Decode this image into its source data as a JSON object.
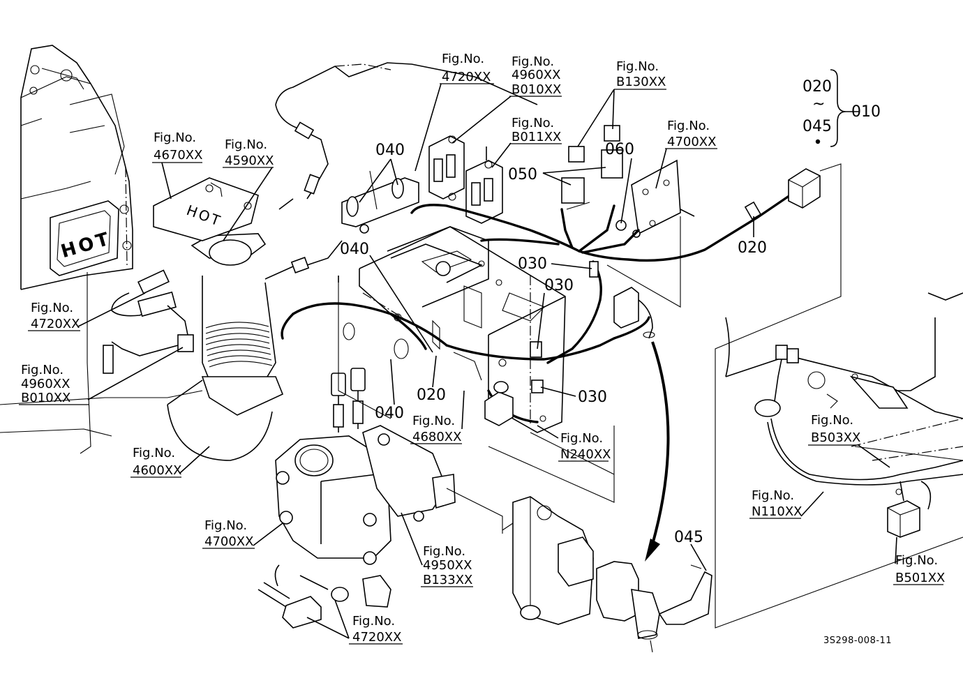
{
  "drawing_number": "3S298-008-11",
  "figure_refs": {
    "fig_label": "Fig.No.",
    "r4720_top": "4720XX",
    "r4960_top": "4960XX",
    "rB010_top": "B010XX",
    "rB011": "B011XX",
    "rB130": "B130XX",
    "r4700_right": "4700XX",
    "r4670": "4670XX",
    "r4590": "4590XX",
    "r4720_left": "4720XX",
    "r4960_left": "4960XX",
    "rB010_left": "B010XX",
    "r4600": "4600XX",
    "r4680": "4680XX",
    "rN240": "N240XX",
    "r4700_bottom": "4700XX",
    "r4950": "4950XX",
    "rB133": "B133XX",
    "r4720_bottom": "4720XX",
    "rB503": "B503XX",
    "rN110": "N110XX",
    "rB501": "B501XX"
  },
  "part_numbers": {
    "p010": "010",
    "p020_range_top": "020",
    "range_tilde": "~",
    "p045_range_bottom": "045",
    "p040_a": "040",
    "p040_b": "040",
    "p040_c": "040",
    "p050": "050",
    "p060": "060",
    "p020_a": "020",
    "p020_b": "020",
    "p030_a": "030",
    "p030_b": "030",
    "p030_c": "030",
    "p045": "045"
  },
  "embossed": {
    "hot_plate": "HOT",
    "hot_cover": "HOT"
  }
}
